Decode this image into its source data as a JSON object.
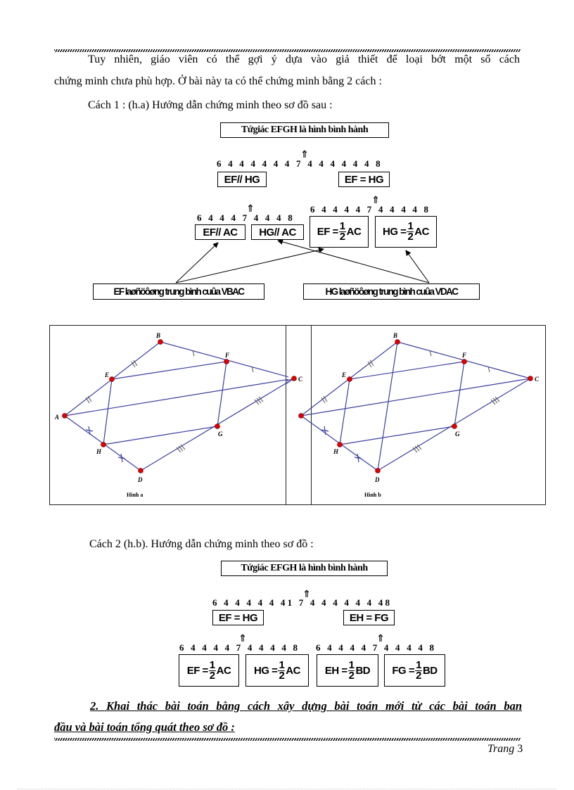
{
  "page": {
    "paragraph1_line1": "Tuy nhiên, giáo viên có thể gợi ý dựa vào giả thiết để loại bớt một số cách",
    "paragraph1_line2": "chứng minh chưa  phù  hợp. Ở bài này ta có thể chứng minh bằng 2 cách :",
    "method1_intro": "Cách 1 : (h.a) Hướng dẫn chứng minh theo sơ đồ sau :",
    "method2_intro": "Cách 2 (h.b). Hướng dẫn chứng minh theo sơ đồ :",
    "section2_line1": "2. Khai thác bài toán bằng cách xây dựng bài toán mới từ các bài toán ban",
    "section2_line2": "đầu và bài toán tổng quát theo sơ đồ :",
    "footer_label": "Trang",
    "footer_page": "3"
  },
  "diagram1": {
    "goal": "Tứgiác EFGH là hình bình hành",
    "brace_top": "6 4 4 4 4 4 4 7 4 4 4 4 4 4 8",
    "level1": [
      "EF// HG",
      "EF = HG"
    ],
    "brace_left": "6 4 4 4 7 4 4 4 8",
    "brace_right": "6 4 4 4 4 7 4 4 4 4 8",
    "level2": [
      {
        "lhs": "EF// AC",
        "frac": false
      },
      {
        "lhs": "HG// AC",
        "frac": false
      },
      {
        "lhs": "EF =",
        "num": "1",
        "den": "2",
        "rhs": "AC",
        "frac": true
      },
      {
        "lhs": "HG =",
        "num": "1",
        "den": "2",
        "rhs": "AC",
        "frac": true
      }
    ],
    "basis": [
      "EF laøñöôøng trung bình cuûa VBAC",
      "HG laøñöôøng trung bình cuûa VDAC"
    ]
  },
  "figures": {
    "caption_a": "Hình a",
    "caption_b": "Hình b",
    "points": {
      "A": "A",
      "B": "B",
      "C": "C",
      "D": "D",
      "E": "E",
      "F": "F",
      "G": "G",
      "H": "H"
    },
    "point_color": "#e00000",
    "line_color": "#3b3fa0"
  },
  "diagram2": {
    "goal": "Tứgiác EFGH là hình bình hành",
    "brace_top": "6 4 4 4 4 4 41 7 4 4 4 4 4 4 48",
    "level1": [
      "EF = HG",
      "EH = FG"
    ],
    "brace_left": "6 4 4 4 4 7 4 4 4 4 8",
    "brace_right": "6 4 4 4 4 7 4 4 4 4 8",
    "level2": [
      {
        "lhs": "EF =",
        "num": "1",
        "den": "2",
        "rhs": "AC"
      },
      {
        "lhs": "HG =",
        "num": "1",
        "den": "2",
        "rhs": "AC"
      },
      {
        "lhs": "EH =",
        "num": "1",
        "den": "2",
        "rhs": "BD"
      },
      {
        "lhs": "FG =",
        "num": "1",
        "den": "2",
        "rhs": "BD"
      }
    ]
  }
}
